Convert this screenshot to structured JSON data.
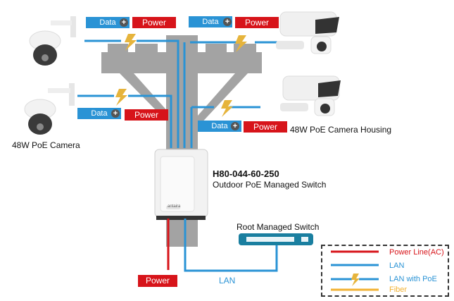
{
  "diagram": {
    "labels": {
      "data": "Data",
      "power": "Power",
      "plus": "+"
    },
    "switch": {
      "model": "H80-044-60-250",
      "description": "Outdoor PoE Managed Switch",
      "brand": "antaira"
    },
    "root_switch": "Root Managed Switch",
    "camera_left": "48W PoE Camera",
    "camera_right": "48W PoE Camera Housing",
    "bottom_power": "Power",
    "bottom_lan": "LAN",
    "colors": {
      "power": "#d7141a",
      "lan": "#2a93d5",
      "poe_bolt": "#e6b43c",
      "fiber": "#f2b233",
      "pole": "#a3a3a3",
      "switch_teal": "#1a7fa0"
    },
    "legend": [
      {
        "label": "Power Line(AC)",
        "color": "#d7141a",
        "type": "power"
      },
      {
        "label": "LAN",
        "color": "#2a93d5",
        "type": "lan"
      },
      {
        "label": "LAN with PoE",
        "color": "#2a93d5",
        "type": "poe"
      },
      {
        "label": "Fiber",
        "color": "#f2b233",
        "type": "fiber"
      }
    ]
  }
}
